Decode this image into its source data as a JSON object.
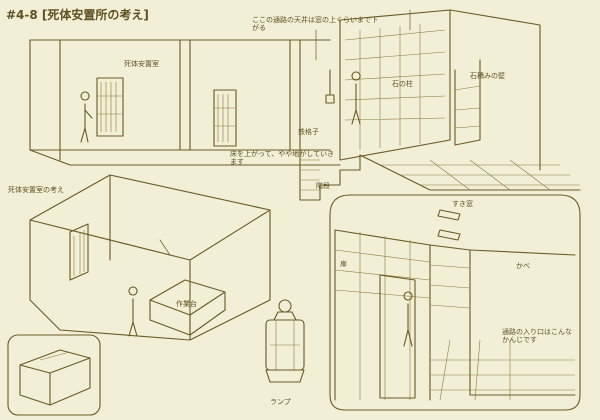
{
  "sheet": {
    "title": "#4-8 [死体安置所の考え]",
    "notes": [
      {
        "id": "room_label_top",
        "text": "死体安置室"
      },
      {
        "id": "note_ceiling",
        "text": "ここの通路の天井は窓の上くらいまで下がる"
      },
      {
        "id": "room_label_left",
        "text": "死体安置室の考え"
      },
      {
        "id": "note_floor",
        "text": "床を上がって、やや地がしていきます"
      },
      {
        "id": "label_desk",
        "text": "作業台"
      },
      {
        "id": "label_lamp",
        "text": "ランプ"
      },
      {
        "id": "label_wall_right",
        "text": "石積みの壁"
      },
      {
        "id": "label_pillar",
        "text": "石の柱"
      },
      {
        "id": "note_corridor",
        "text": "通路の入り口はこんなかんじです"
      },
      {
        "id": "label_kabe",
        "text": "かべ"
      },
      {
        "id": "label_door_l",
        "text": "扉"
      },
      {
        "id": "label_tekko",
        "text": "鉄格子"
      },
      {
        "id": "label_sukimado",
        "text": "すき窓"
      },
      {
        "id": "label_kaidan",
        "text": "階段"
      }
    ]
  }
}
